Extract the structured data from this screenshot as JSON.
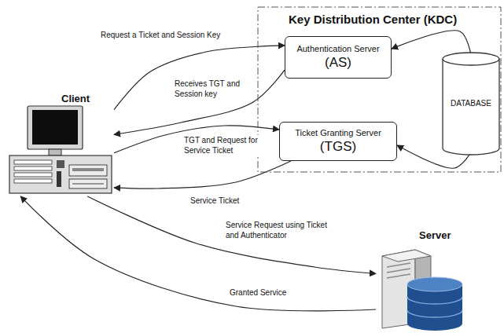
{
  "diagram": {
    "nodes": [
      {
        "text": [
          "Key Distribution Center (KDC)"
        ]
      },
      {
        "text": [
          "Authentication Server",
          "(AS)"
        ],
        "in": 0
      },
      {
        "text": [
          "DATABASE"
        ],
        "in": 0
      },
      {
        "text": [
          "Ticket Granting Server",
          "(TGS)"
        ],
        "in": 0
      },
      {
        "text": [
          "Client"
        ]
      },
      {
        "text": [
          "Server"
        ]
      }
    ],
    "edges": [
      {
        "from": 4,
        "to": 1,
        "label": "Request a Ticket and Session Key",
        "arrow": "to"
      },
      {
        "from": 1,
        "to": 4,
        "label": "Receives TGT and Session key",
        "arrow": "to"
      },
      {
        "from": 4,
        "to": 3,
        "label": "TGT and Request for Service Ticket",
        "arrow": "to"
      },
      {
        "from": 3,
        "to": 4,
        "label": "Service Ticket",
        "arrow": "to"
      },
      {
        "from": 4,
        "to": 5,
        "label": "Service Request using Ticket and Authenticator",
        "arrow": "to"
      },
      {
        "from": 5,
        "to": 4,
        "label": "Granted Service",
        "arrow": "to"
      },
      {
        "from": 2,
        "to": 1,
        "arrow": "to"
      },
      {
        "from": 2,
        "to": 3,
        "arrow": "to"
      }
    ]
  }
}
